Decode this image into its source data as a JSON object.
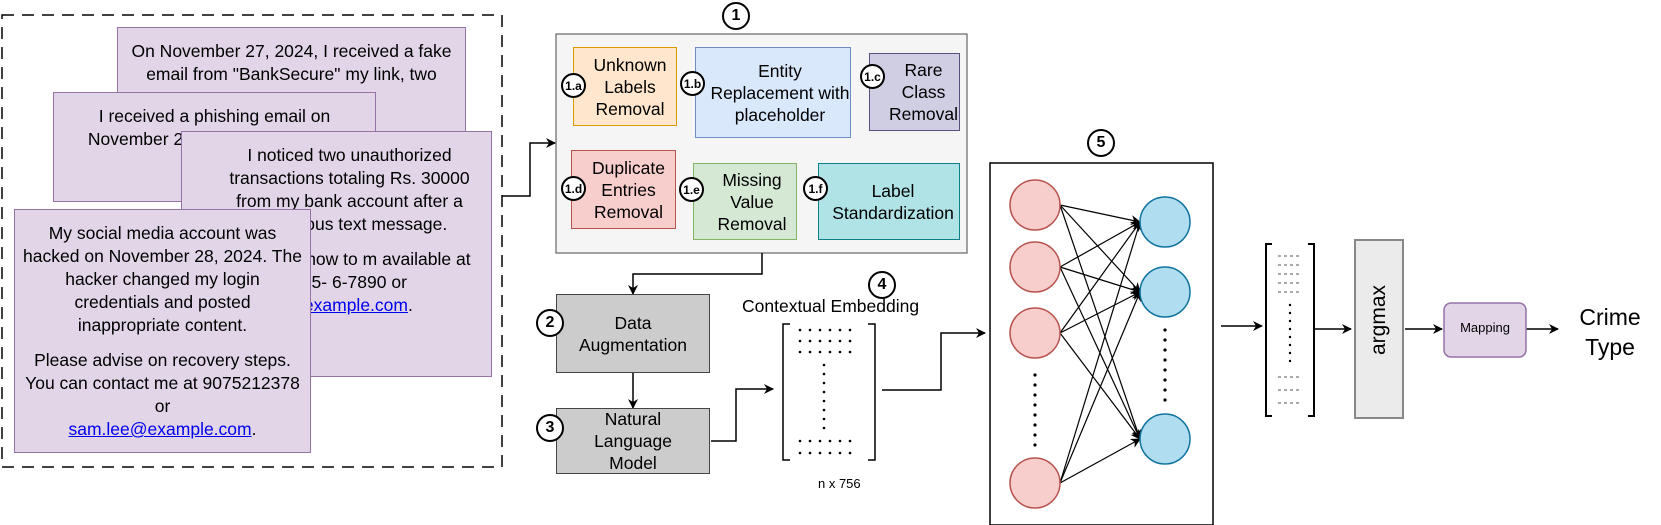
{
  "complaints": [
    {
      "paragraphs": [
        "On November 27, 2024, I received a fake email from \"BankSecure\" my link, two"
      ]
    },
    {
      "paragraphs": [
        "I received a phishing email on November 28 from \"Secure login details."
      ]
    },
    {
      "paragraphs": [
        "I noticed two unauthorized transactions totaling Rs. 30000 from my bank account after a suspicious text message.",
        "de me on how to m available at 555- 6-7890 or"
      ],
      "email": "@example.com"
    },
    {
      "paragraphs": [
        "My social media account was hacked on November 28, 2024. The hacker changed my login credentials and posted inappropriate content.",
        "Please advise on recovery steps. You can contact me at 9075212378 or"
      ],
      "email": "sam.lee@example.com"
    }
  ],
  "preprocessing": {
    "badge": "1",
    "steps": [
      {
        "id": "1.a",
        "label": "Unknown Labels Removal",
        "fill": "#ffe6cc",
        "stroke": "#d79b00"
      },
      {
        "id": "1.b",
        "label": "Entity Replacement with placeholder",
        "fill": "#dae8fc",
        "stroke": "#6c8ebf"
      },
      {
        "id": "1.c",
        "label": "Rare Class Removal",
        "fill": "#d0cee2",
        "stroke": "#56517e"
      },
      {
        "id": "1.d",
        "label": "Duplicate Entries Removal",
        "fill": "#f8cecc",
        "stroke": "#b85450"
      },
      {
        "id": "1.e",
        "label": "Missing Value Removal",
        "fill": "#d5e8d4",
        "stroke": "#82b366"
      },
      {
        "id": "1.f",
        "label": "Label Standardization",
        "fill": "#b0e3e6",
        "stroke": "#0e8088"
      }
    ]
  },
  "augmentation": {
    "badge": "2",
    "label": "Data Augmentation"
  },
  "language_model": {
    "badge": "3",
    "label": "Natural Language Model"
  },
  "embedding": {
    "badge": "4",
    "title": "Contextual Embedding",
    "dims": "n x 756"
  },
  "network": {
    "badge": "5"
  },
  "argmax": {
    "label": "argmax"
  },
  "mapping": {
    "label": "Mapping"
  },
  "output": {
    "line1": "Crime",
    "line2": "Type"
  },
  "colors": {
    "complaint_fill": "#e1d5e7",
    "complaint_stroke": "#9673a6",
    "gray_box": "#cccccc",
    "neuron_in": "#f8cecc",
    "neuron_out": "#b1ddf0"
  }
}
